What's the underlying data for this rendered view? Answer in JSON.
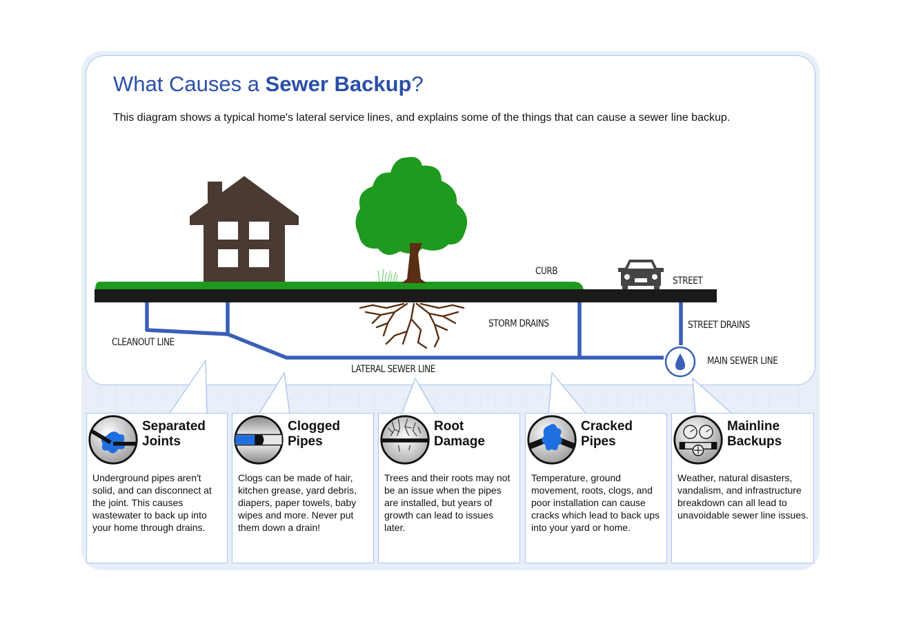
{
  "header": {
    "title_prefix": "What Causes a ",
    "title_bold": "Sewer Backup",
    "title_suffix": "?",
    "subtitle": "This diagram shows a typical home's lateral service lines, and explains some of the things that can cause a sewer line backup."
  },
  "diagram": {
    "labels": {
      "curb": "CURB",
      "street": "STREET",
      "storm_drains": "STORM DRAINS",
      "street_drains": "STREET DRAINS",
      "cleanout_line": "CLEANOUT LINE",
      "lateral_sewer_line": "LATERAL SEWER LINE",
      "main_sewer_line": "MAIN SEWER LINE"
    },
    "icons": [
      "house-icon",
      "tree-icon",
      "roots-icon",
      "grass-icon",
      "car-icon",
      "water-drop-icon"
    ],
    "colors": {
      "pipe": "#3a5fb8",
      "grass": "#1f9a1f",
      "ground": "#1a1a1a",
      "house": "#4a3a32",
      "tree_canopy": "#1e9a1e",
      "tree_trunk": "#5a2e12",
      "roots": "#5a2e12",
      "title": "#2a4fa8",
      "callout_border": "#a9c4ec"
    }
  },
  "causes": [
    {
      "icon": "separated-joints-icon",
      "title": "Separated\nJoints",
      "text": "Underground pipes aren't solid, and can disconnect at the joint. This causes wastewater to back up into your home through drains."
    },
    {
      "icon": "clogged-pipes-icon",
      "title": "Clogged\nPipes",
      "text": "Clogs can be made of hair, kitchen grease, yard debris, diapers, paper towels, baby wipes and more. Never put them down a drain!"
    },
    {
      "icon": "root-damage-icon",
      "title": "Root\nDamage",
      "text": "Trees and their roots may not be an issue when the pipes are installed, but years of growth can lead to issues later."
    },
    {
      "icon": "cracked-pipes-icon",
      "title": "Cracked\nPipes",
      "text": "Temperature, ground movement, roots, clogs, and poor installation can cause cracks which lead to back ups into your yard or home."
    },
    {
      "icon": "mainline-backups-icon",
      "title": "Mainline\nBackups",
      "text": "Weather, natural disasters, vandalism, and infrastructure breakdown can all lead to unavoidable sewer line issues."
    }
  ]
}
